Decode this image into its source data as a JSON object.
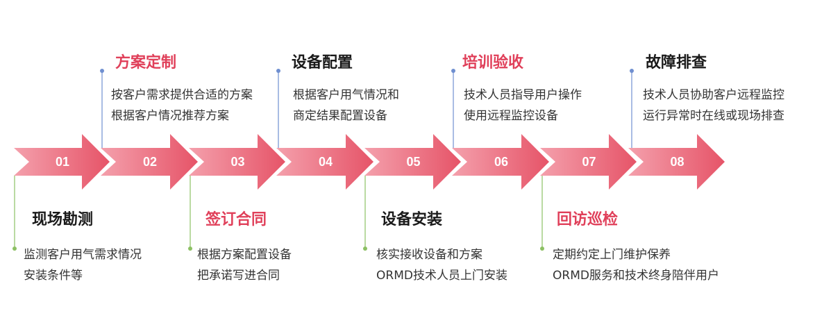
{
  "steps": [
    {
      "number": "01",
      "title": "现场勘测",
      "lines": [
        "监测客户用气需求情况",
        "安装条件等"
      ]
    },
    {
      "number": "02",
      "title": "方案定制",
      "lines": [
        "按客户需求提供合适的方案",
        "根据客户情况推荐方案"
      ]
    },
    {
      "number": "03",
      "title": "签订合同",
      "lines": [
        "根据方案配置设备",
        "把承诺写进合同"
      ]
    },
    {
      "number": "04",
      "title": "设备配置",
      "lines": [
        "根据客户用气情况和",
        "商定结果配置设备"
      ]
    },
    {
      "number": "05",
      "title": "设备安装",
      "lines": [
        "核实接收设备和方案",
        "ORMD技术人员上门安装"
      ]
    },
    {
      "number": "06",
      "title": "培训验收",
      "lines": [
        "技术人员指导用户操作",
        "使用远程监控设备"
      ]
    },
    {
      "number": "07",
      "title": "回访巡检",
      "lines": [
        "定期约定上门维护保养",
        "ORMD服务和技术终身陪伴用户"
      ]
    },
    {
      "number": "08",
      "title": "故障排查",
      "lines": [
        "技术人员协助客户远程监控",
        "运行异常时在线或现场排查"
      ]
    }
  ],
  "colors": {
    "arrow_light": "#f4a0ac",
    "arrow_dark": "#e65468",
    "title_red": "#e0405a",
    "title_dark": "#1a1a1a",
    "connector_blue": "#6f8fd0",
    "connector_green": "#8cc063"
  }
}
